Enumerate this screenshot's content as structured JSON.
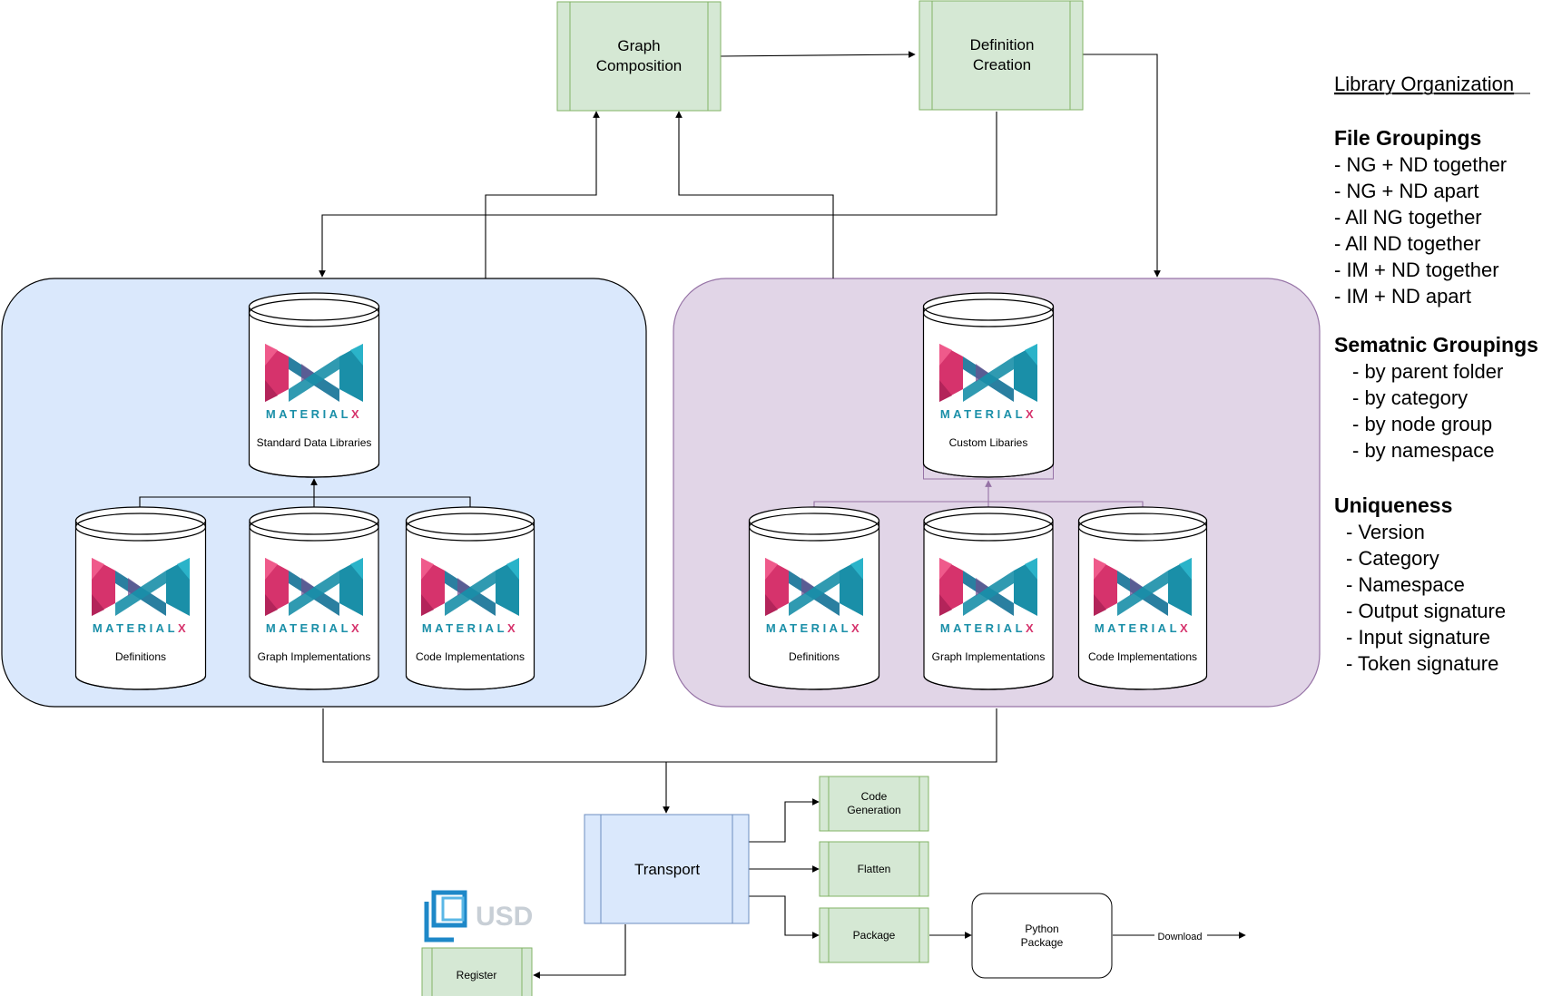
{
  "process_boxes": {
    "graph_composition": [
      "Graph",
      "Composition"
    ],
    "definition_creation": [
      "Definition",
      "Creation"
    ],
    "transport": "Transport",
    "code_generation": [
      "Code",
      "Generation"
    ],
    "flatten": "Flatten",
    "package": "Package",
    "register": "Register",
    "python_package": [
      "Python",
      "Package"
    ]
  },
  "edge_labels": {
    "download": "Download"
  },
  "logo_text": {
    "materialx": "MATERIALX",
    "usd": "USD"
  },
  "standard_group": {
    "main_db": "Standard Data Libraries",
    "dbs": [
      "Definitions",
      "Graph Implementations",
      "Code Implementations"
    ]
  },
  "custom_group": {
    "main_db": "Custom  Libaries",
    "dbs": [
      "Definitions",
      "Graph Implementations",
      "Code Implementations"
    ]
  },
  "library_organization": {
    "title": "Library Organization",
    "sections": [
      {
        "heading": "File Groupings",
        "items": [
          "- NG + ND together",
          "- NG + ND apart",
          "- All NG together",
          "- All ND together",
          "- IM + ND together",
          "- IM + ND apart"
        ]
      },
      {
        "heading": "Sematnic Groupings",
        "items": [
          "- by parent folder",
          "- by category",
          "- by node group",
          "- by namespace"
        ]
      },
      {
        "heading": "Uniqueness",
        "items": [
          "- Version",
          "- Category",
          "- Namespace",
          "- Output signature",
          "- Input signature",
          "- Token signature"
        ]
      }
    ]
  },
  "colors": {
    "green_fill": "#d5e8d4",
    "green_stroke": "#82b366",
    "blue_fill": "#dae8fc",
    "blue_stroke": "#6c8ebf",
    "purple_fill": "#e1d5e7",
    "purple_stroke": "#9673a6",
    "mx_pink": "#d6336c",
    "mx_teal": "#1a8fa8",
    "usd_blue": "#1e88c8"
  }
}
